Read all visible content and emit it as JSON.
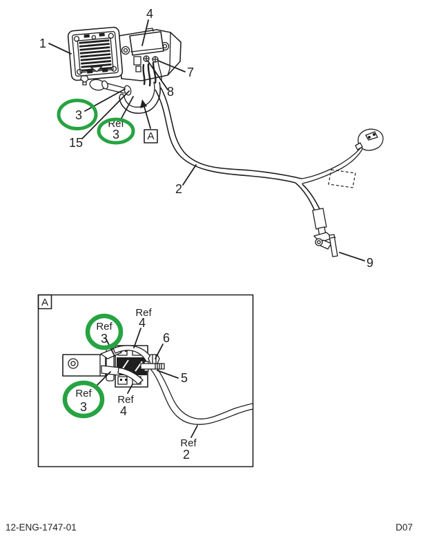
{
  "page": {
    "footer_left": "12-ENG-1747-01",
    "footer_right": "D07"
  },
  "colors": {
    "line": "#1f1f1f",
    "green": "#27a342",
    "paper": "#ffffff"
  },
  "main_view": {
    "callout_1": "1",
    "callout_2": "2",
    "callout_3": "3",
    "callout_4": "4",
    "callout_7": "7",
    "callout_8": "8",
    "callout_9": "9",
    "callout_15": "15",
    "ref_3": {
      "prefix": "Ref",
      "number": "3"
    },
    "detail_marker": "A"
  },
  "inset_view": {
    "marker": "A",
    "callout_5": "5",
    "callout_6": "6",
    "ref_3_upper": {
      "prefix": "Ref",
      "number": "3"
    },
    "ref_4_upper": {
      "prefix": "Ref",
      "number": "4"
    },
    "ref_3_lower": {
      "prefix": "Ref",
      "number": "3"
    },
    "ref_4_lower": {
      "prefix": "Ref",
      "number": "4"
    },
    "ref_2": {
      "prefix": "Ref",
      "number": "2"
    }
  }
}
